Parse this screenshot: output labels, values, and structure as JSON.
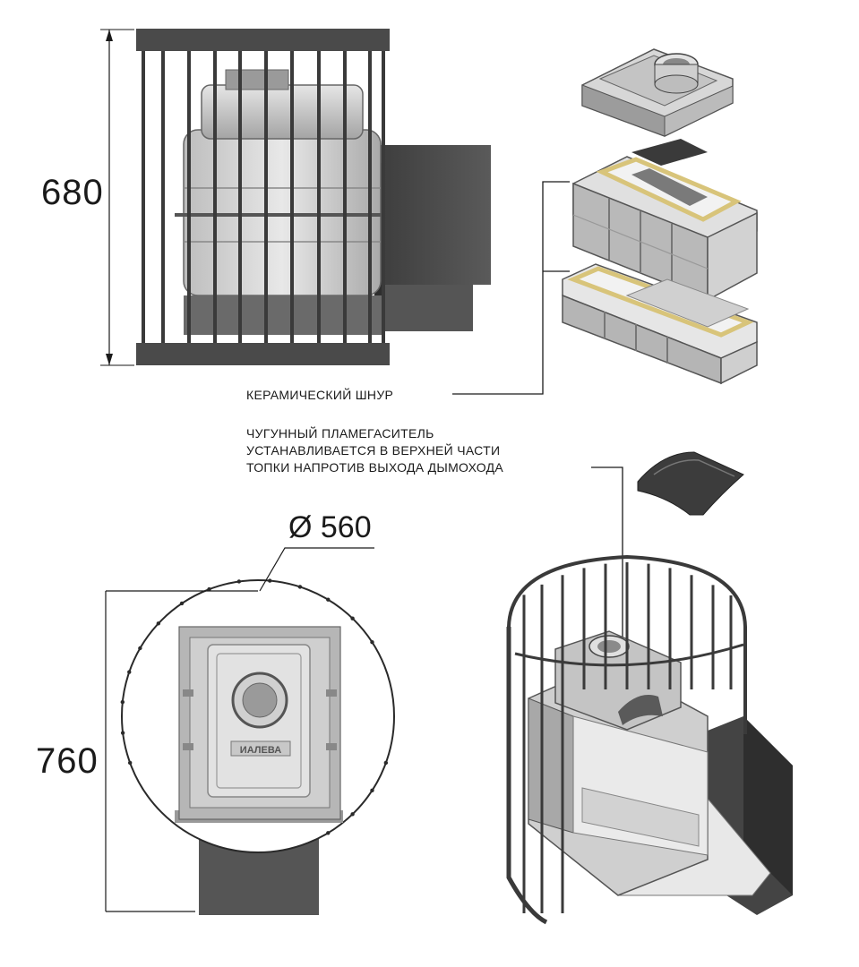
{
  "dimensions": {
    "height_label": "680",
    "depth_label": "760",
    "diameter_label": "Ø 560"
  },
  "callouts": {
    "ceramic_cord": "КЕРАМИЧЕСКИЙ ШНУР",
    "flame_arrester_line1": "ЧУГУННЫЙ ПЛАМЕГАСИТЕЛЬ",
    "flame_arrester_line2": "УСТАНАВЛИВАЕТСЯ В ВЕРХНЕЙ ЧАСТИ",
    "flame_arrester_line3": "ТОПКИ НАПРОТИВ ВЫХОДА ДЫМОХОДА"
  },
  "stove_plate_text": "ИАЛЕВА",
  "colors": {
    "steel": "#4a4a4a",
    "cast_iron_light": "#dcdcdc",
    "cast_iron_mid": "#b4b4b4",
    "cast_iron_dark": "#7a7a7a",
    "cord": "#e6d8a6",
    "line": "#1a1a1a"
  }
}
